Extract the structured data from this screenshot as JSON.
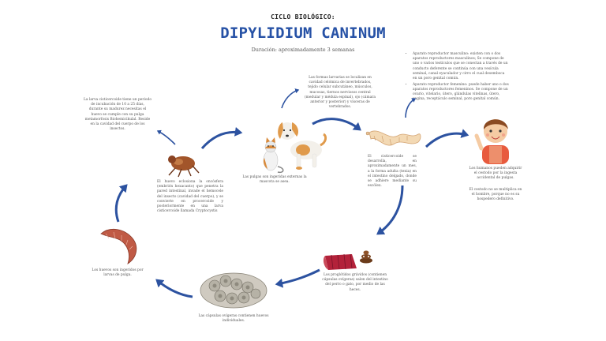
{
  "header": {
    "kicker": "CICLO BIOLÓGICO:",
    "title": "DIPYLIDIUM CANINUM",
    "duration": "Duración: aproximadamente 3 semanas"
  },
  "stages": {
    "larva": "La larva cisticercoide tiene un periodo de incubación de 10 a 25 días, durante su madurez necesitas el huevo se cumple con su pulga metamorfosis Biohemicikulal. Reside en la cavidad del cuerpo de los insectos.",
    "fleas_pets": "Las pulgas son ingeridas externas la mascota se asea.",
    "tissue": "Las formas larvarias se localizan en cavidad celómica de invertebrados, tejido celular subcutáneo, músculos, mucosas, tiernos nerviosos central (medular y médula espinal), ojo (cámara anterior y posterior) y vísceras de vertebrados.",
    "reproduction": [
      "Aparato reproductor masculino: existen con o dos aparatos reproductores masculinos; Se compone de uno o varios testículos que se conectan a través de un conducto deferente se continúa con una vesícula seminal, canal eyaculador y cirro el cual desemboca en un poro genital común.",
      "Aparato reproductor femenino: puede haber uno o dos aparatos reproductores femeninos. Se compone de un ovario, vitelario, útero, glándulas vitelinas, útero, vagina, receptáculo seminal, poro genital común."
    ],
    "adult_worm": "El cisticercoide se desarrolla, en aproximadamente un mes, a la forma adulta (tenia) en el intestino delgado, donde se adhiere mediante su escólex.",
    "humans": [
      "Los humanos pueden adquirir el cestodo por la ingesta accidental de pulgas.",
      "El cestodo no se multiplica en el hombre, porque no es su hospedero definitivo."
    ],
    "proglottids": "Los proglótidos grávidos (contienen cápsulas ovígeras) salen del intestino del perro o gato, por medio de las heces.",
    "capsules": "Las cápsulas ovígeras contienen huevos individuales.",
    "eggs": "Los huevos son ingeridos por larvas de pulga.",
    "flea_larva": "El huevo eclosiona la oncósfera (embrión hexacanto) que penetra la pared intestinal, invade el hemocele del insecto (cavidad del cuerpo), y se convierte en procercoide y posteriormente en una larva cisticercoide llamada Cryptocystis"
  },
  "colors": {
    "title": "#2752a6",
    "arrow": "#2c52a0",
    "worm": "#c94a3a"
  }
}
